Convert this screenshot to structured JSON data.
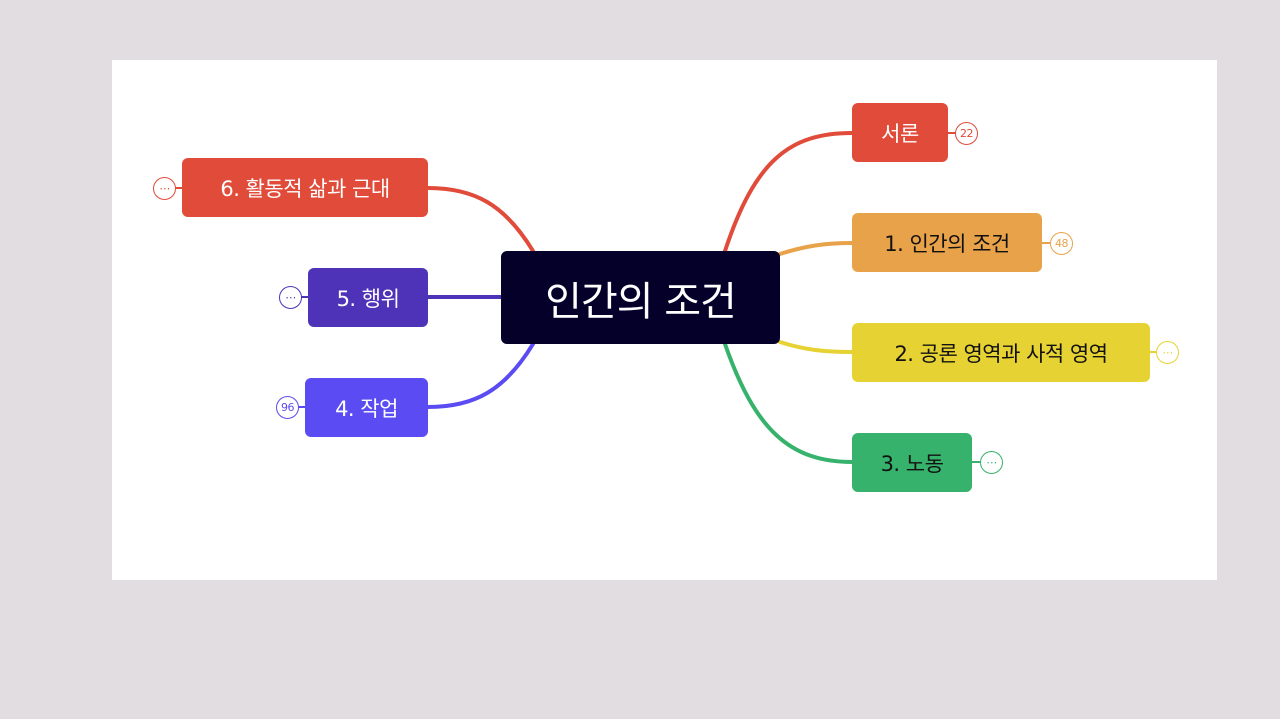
{
  "mindmap": {
    "root": {
      "label": "인간의 조건",
      "color": "#05002a"
    },
    "branches": [
      {
        "id": "intro",
        "label": "서론",
        "color": "#e04b3a",
        "text_color": "#ffffff",
        "badge": "22"
      },
      {
        "id": "ch1",
        "label": "1. 인간의 조건",
        "color": "#e8a24a",
        "text_color": "#111111",
        "badge": "48"
      },
      {
        "id": "ch2",
        "label": "2. 공론 영역과 사적 영역",
        "color": "#e6d232",
        "text_color": "#111111",
        "badge": "⋯"
      },
      {
        "id": "ch3",
        "label": "3. 노동",
        "color": "#37b26c",
        "text_color": "#111111",
        "badge": "⋯"
      },
      {
        "id": "ch4",
        "label": "4. 작업",
        "color": "#5a4cf2",
        "text_color": "#ffffff",
        "badge": "96"
      },
      {
        "id": "ch5",
        "label": "5. 행위",
        "color": "#4e33b8",
        "text_color": "#ffffff",
        "badge": "⋯"
      },
      {
        "id": "ch6",
        "label": "6. 활동적 삶과 근대",
        "color": "#e04b3a",
        "text_color": "#ffffff",
        "badge": "⋯"
      }
    ]
  }
}
